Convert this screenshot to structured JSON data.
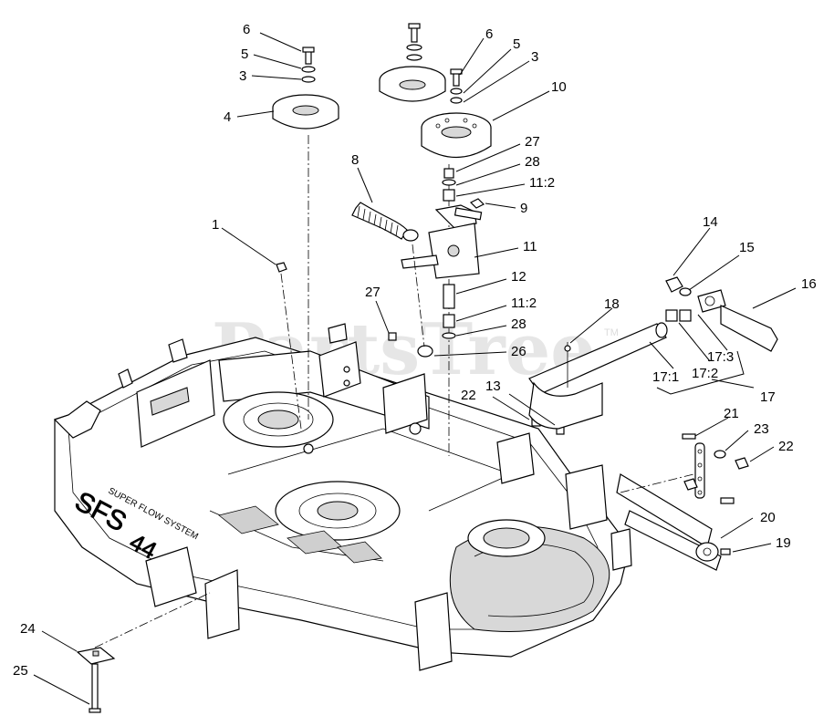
{
  "watermark": {
    "text": "PartsTree",
    "tm": "TM"
  },
  "deck_decal": {
    "brand": "SUPER FLOW SYSTEM",
    "code": "SFS",
    "size": "44"
  },
  "callouts": [
    {
      "id": "c6a",
      "text": "6"
    },
    {
      "id": "c5a",
      "text": "5"
    },
    {
      "id": "c3a",
      "text": "3"
    },
    {
      "id": "c4",
      "text": "4"
    },
    {
      "id": "c6b",
      "text": "6"
    },
    {
      "id": "c5b",
      "text": "5"
    },
    {
      "id": "c3b",
      "text": "3"
    },
    {
      "id": "c10",
      "text": "10"
    },
    {
      "id": "c27a",
      "text": "27"
    },
    {
      "id": "c28a",
      "text": "28"
    },
    {
      "id": "c11_2a",
      "text": "11:2"
    },
    {
      "id": "c9",
      "text": "9"
    },
    {
      "id": "c8",
      "text": "8"
    },
    {
      "id": "c11",
      "text": "11"
    },
    {
      "id": "c12",
      "text": "12"
    },
    {
      "id": "c11_2b",
      "text": "11:2"
    },
    {
      "id": "c28b",
      "text": "28"
    },
    {
      "id": "c26",
      "text": "26"
    },
    {
      "id": "c27b",
      "text": "27"
    },
    {
      "id": "c1",
      "text": "1"
    },
    {
      "id": "c14",
      "text": "14"
    },
    {
      "id": "c15",
      "text": "15"
    },
    {
      "id": "c16",
      "text": "16"
    },
    {
      "id": "c18",
      "text": "18"
    },
    {
      "id": "c17_3",
      "text": "17:3"
    },
    {
      "id": "c17_2",
      "text": "17:2"
    },
    {
      "id": "c17_1",
      "text": "17:1"
    },
    {
      "id": "c17",
      "text": "17"
    },
    {
      "id": "c13",
      "text": "13"
    },
    {
      "id": "c22a",
      "text": "22"
    },
    {
      "id": "c21",
      "text": "21"
    },
    {
      "id": "c23",
      "text": "23"
    },
    {
      "id": "c22b",
      "text": "22"
    },
    {
      "id": "c20",
      "text": "20"
    },
    {
      "id": "c19",
      "text": "19"
    },
    {
      "id": "c24",
      "text": "24"
    },
    {
      "id": "c25",
      "text": "25"
    }
  ]
}
